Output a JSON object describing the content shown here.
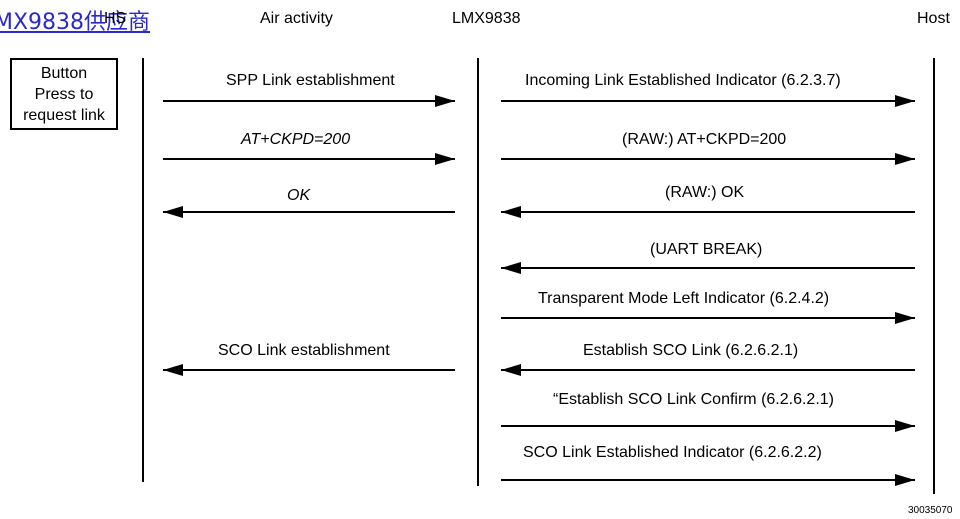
{
  "source_link": "MX9838供应商",
  "lanes": {
    "hs": "HS",
    "air": "Air activity",
    "lmx": "LMX9838",
    "host": "Host"
  },
  "button_box": {
    "line1": "Button",
    "line2": "Press to",
    "line3": "request link"
  },
  "left_messages": [
    {
      "text": "SPP Link establishment",
      "italic": false,
      "direction": "right"
    },
    {
      "text": "AT+CKPD=200",
      "italic": true,
      "direction": "right"
    },
    {
      "text": "OK",
      "italic": true,
      "direction": "left"
    },
    {
      "text": "SCO Link establishment",
      "italic": false,
      "direction": "left"
    }
  ],
  "right_messages": [
    {
      "text": "Incoming Link Established Indicator  (6.2.3.7)",
      "direction": "right"
    },
    {
      "text": "(RAW:) AT+CKPD=200",
      "direction": "right"
    },
    {
      "text": "(RAW:) OK",
      "direction": "left"
    },
    {
      "text": "(UART BREAK)",
      "direction": "left"
    },
    {
      "text": "Transparent Mode Left Indicator  (6.2.4.2)",
      "direction": "right"
    },
    {
      "text": "Establish SCO Link    (6.2.6.2.1)",
      "direction": "left"
    },
    {
      "text": "“Establish SCO Link Confirm  (6.2.6.2.1)",
      "direction": "right"
    },
    {
      "text": "SCO Link Established Indicator    (6.2.6.2.2)",
      "direction": "right"
    }
  ],
  "figure_number": "30035070"
}
